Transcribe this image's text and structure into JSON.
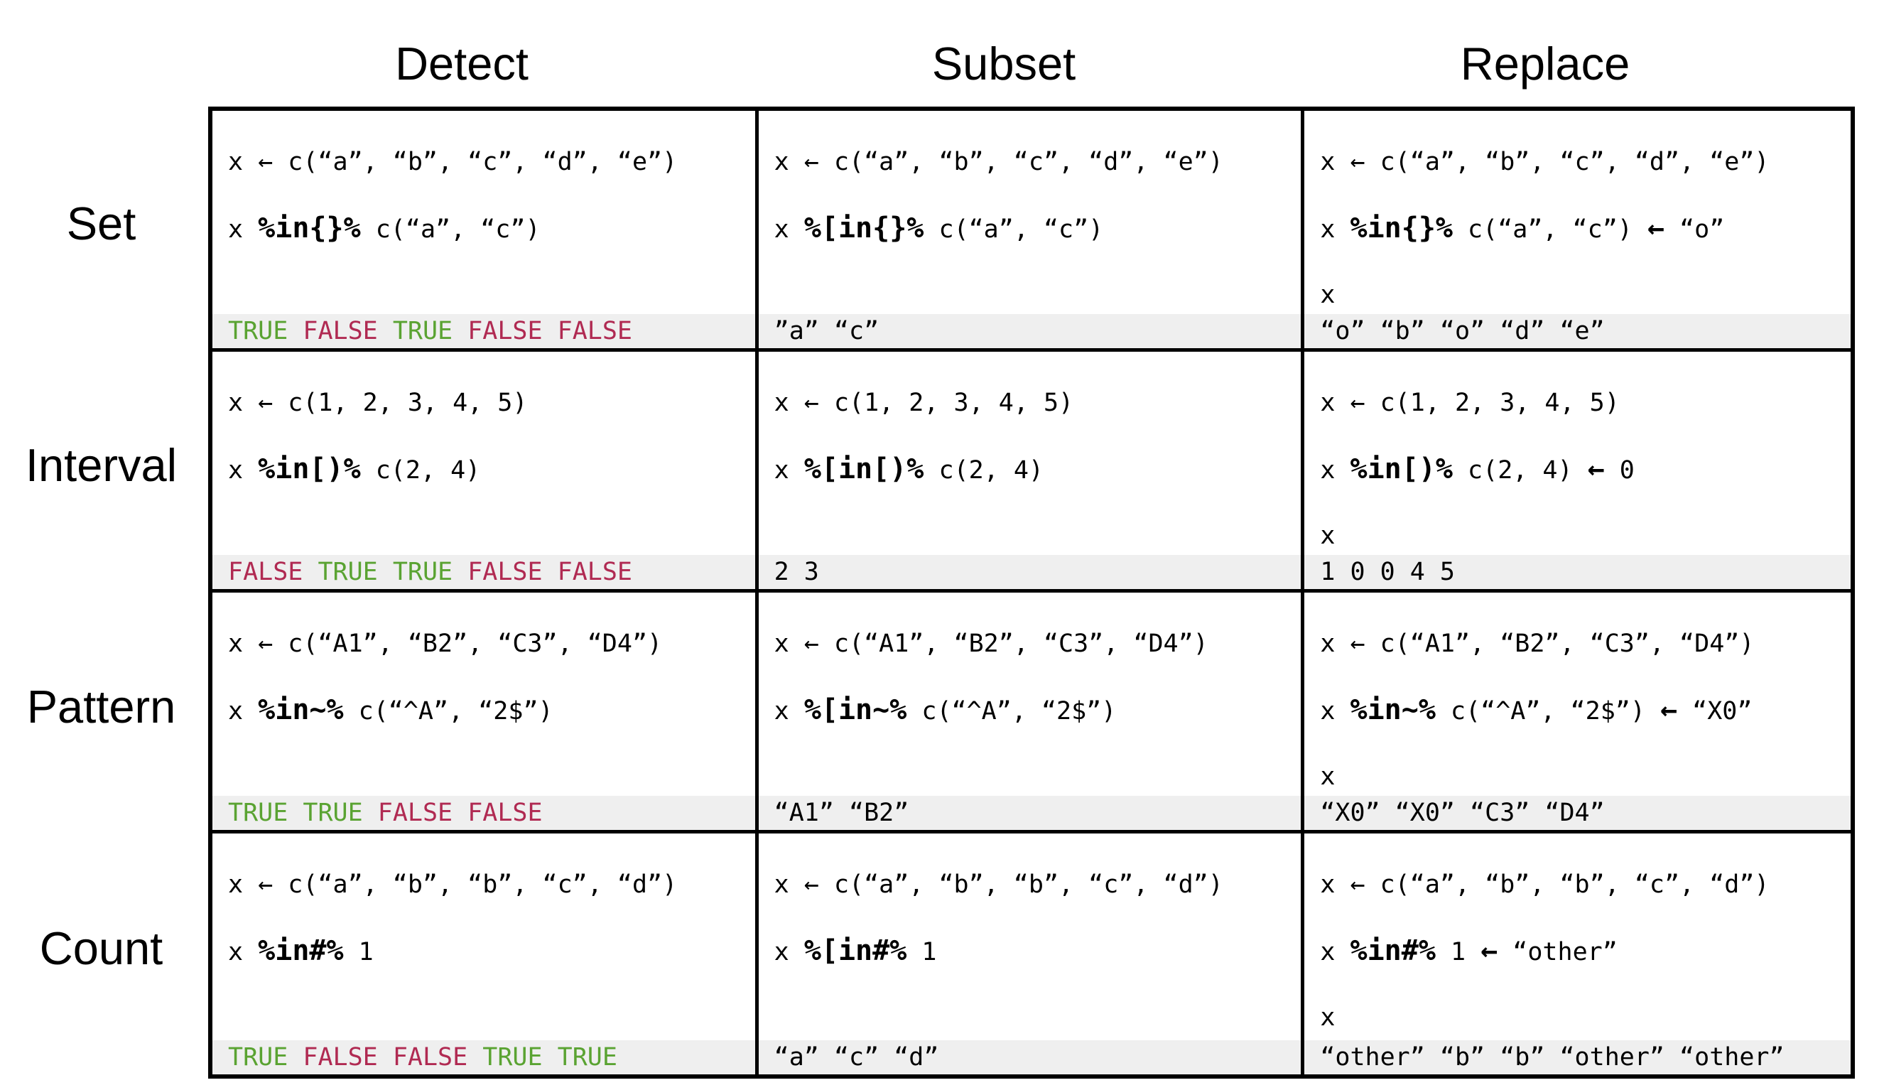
{
  "columns": [
    "Detect",
    "Subset",
    "Replace"
  ],
  "rows": [
    "Set",
    "Interval",
    "Pattern",
    "Count"
  ],
  "colors": {
    "true": "#5aa332",
    "false": "#b02a52",
    "result_background": "#efefef"
  },
  "cells": [
    [
      {
        "assign": "x ← c(“a”, “b”, “c”, “d”, “e”)",
        "pre": "x ",
        "op": "%in{}%",
        "args": " c(“a”, “c”)",
        "result": [
          {
            "text": "TRUE",
            "bool": true
          },
          {
            "text": "FALSE",
            "bool": false
          },
          {
            "text": "TRUE",
            "bool": true
          },
          {
            "text": "FALSE",
            "bool": false
          },
          {
            "text": "FALSE",
            "bool": false
          }
        ]
      },
      {
        "assign": "x ← c(“a”, “b”, “c”, “d”, “e”)",
        "pre": "x ",
        "op": "%[in{}%",
        "args": " c(“a”, “c”)",
        "result_text": "”a” “c”"
      },
      {
        "assign": "x ← c(“a”, “b”, “c”, “d”, “e”)",
        "pre": "x ",
        "op": "%in{}%",
        "args": " c(“a”, “c”) ",
        "arrow": "←",
        "value": " “o”",
        "line3": "x",
        "result_text": "“o” “b” “o” “d” “e”"
      }
    ],
    [
      {
        "assign": "x ← c(1, 2, 3, 4, 5)",
        "pre": "x ",
        "op": "%in[)%",
        "args": " c(2, 4)",
        "result": [
          {
            "text": "FALSE",
            "bool": false
          },
          {
            "text": "TRUE",
            "bool": true
          },
          {
            "text": "TRUE",
            "bool": true
          },
          {
            "text": "FALSE",
            "bool": false
          },
          {
            "text": "FALSE",
            "bool": false
          }
        ]
      },
      {
        "assign": "x ← c(1, 2, 3, 4, 5)",
        "pre": "x ",
        "op": "%[in[)%",
        "args": " c(2, 4)",
        "result_text": "2 3"
      },
      {
        "assign": "x ← c(1, 2, 3, 4, 5)",
        "pre": "x ",
        "op": "%in[)%",
        "args": " c(2, 4) ",
        "arrow": "←",
        "value": " 0",
        "line3": "x",
        "result_text": "1 0 0 4 5"
      }
    ],
    [
      {
        "assign": "x ← c(“A1”, “B2”, “C3”, “D4”)",
        "pre": "x ",
        "op": "%in~%",
        "args": " c(“^A”, “2$”)",
        "result": [
          {
            "text": "TRUE",
            "bool": true
          },
          {
            "text": "TRUE",
            "bool": true
          },
          {
            "text": "FALSE",
            "bool": false
          },
          {
            "text": "FALSE",
            "bool": false
          }
        ]
      },
      {
        "assign": "x ← c(“A1”, “B2”, “C3”, “D4”)",
        "pre": "x ",
        "op": "%[in~%",
        "args": " c(“^A”, “2$”)",
        "result_text": "“A1” “B2”"
      },
      {
        "assign": "x ← c(“A1”, “B2”, “C3”, “D4”)",
        "pre": "x ",
        "op": "%in~%",
        "args": " c(“^A”, “2$”) ",
        "arrow": "←",
        "value": " “X0”",
        "line3": "x",
        "result_text": "“X0” “X0” “C3” “D4”"
      }
    ],
    [
      {
        "assign": "x ← c(“a”, “b”, “b”, “c”, “d”)",
        "pre": "x ",
        "op": "%in#%",
        "args": " 1",
        "result": [
          {
            "text": "TRUE",
            "bool": true
          },
          {
            "text": "FALSE",
            "bool": false
          },
          {
            "text": "FALSE",
            "bool": false
          },
          {
            "text": "TRUE",
            "bool": true
          },
          {
            "text": "TRUE",
            "bool": true
          }
        ]
      },
      {
        "assign": "x ← c(“a”, “b”, “b”, “c”, “d”)",
        "pre": "x ",
        "op": "%[in#%",
        "args": " 1",
        "result_text": "“a” “c” “d”"
      },
      {
        "assign": "x ← c(“a”, “b”, “b”, “c”, “d”)",
        "pre": "x ",
        "op": "%in#%",
        "args": " 1 ",
        "arrow": "←",
        "value": " “other”",
        "line3": "x",
        "result_text": "“other” “b” “b” “other” “other”"
      }
    ]
  ]
}
